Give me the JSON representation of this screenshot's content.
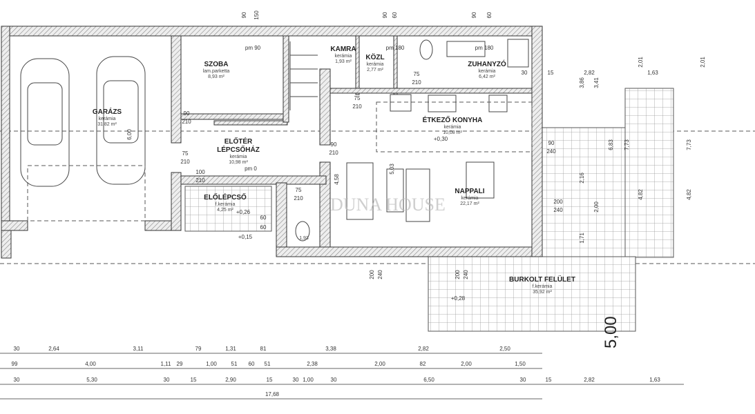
{
  "watermark": "DUNA HOUSE",
  "rooms": [
    {
      "id": "garazs",
      "name": "GARÁZS",
      "material": "kerámia",
      "area": "31,82 m²"
    },
    {
      "id": "szoba",
      "name": "SZOBA",
      "material": "lam.parketta",
      "area": "8,93 m²",
      "note": "pm 90"
    },
    {
      "id": "kamra",
      "name": "KAMRA",
      "material": "kerámia",
      "area": "1,93 m²"
    },
    {
      "id": "kozl",
      "name": "KÖZL",
      "material": "kerámia",
      "area": "2,77 m²",
      "note": "pm 180"
    },
    {
      "id": "zuhanyzo",
      "name": "ZUHANYZÓ",
      "material": "kerámia",
      "area": "6,42 m²",
      "note": "pm 180"
    },
    {
      "id": "eloter",
      "name": "ELŐTÉR",
      "name2": "LÉPCSŐHÁZ",
      "material": "kerámia",
      "area": "10,98 m²",
      "note": "pm 0"
    },
    {
      "id": "etkezo",
      "name": "ÉTKEZŐ KONYHA",
      "material": "kerámia",
      "area": "10,08 m²",
      "note": "+0,30"
    },
    {
      "id": "nappali",
      "name": "NAPPALI",
      "material": "kerámia",
      "area": "22,17 m²"
    },
    {
      "id": "elolepcso",
      "name": "ELŐLÉPCSŐ",
      "material": "f.kerámia",
      "area": "4,25 m²",
      "note": "+0,26"
    },
    {
      "id": "wc",
      "name": "",
      "material": "",
      "area": "1,93"
    },
    {
      "id": "burkolt",
      "name": "BURKOLT FELÜLET",
      "material": "f.kerámia",
      "area": "35,92 m²",
      "note": "+0,28"
    }
  ],
  "levels": {
    "porch": "+0,15",
    "step1": "60",
    "step2": "60"
  },
  "doors": [
    {
      "w": "90",
      "h": "210"
    },
    {
      "w": "75",
      "h": "210"
    },
    {
      "w": "100",
      "h": "210"
    },
    {
      "w": "90",
      "h": "210"
    },
    {
      "w": "75",
      "h": "210"
    },
    {
      "w": "75",
      "h": "210"
    },
    {
      "w": "75",
      "h": "210"
    }
  ],
  "windows": [
    {
      "w": "200",
      "h": "240"
    },
    {
      "w": "90",
      "h": "240"
    },
    {
      "w": "200",
      "h": "240"
    },
    {
      "w": "200",
      "h": "240"
    }
  ],
  "top_dims": [
    "90",
    "150",
    "90",
    "60",
    "90",
    "60"
  ],
  "side_dims": [
    "2,01",
    "2,01",
    "3,86",
    "3,41",
    "6,83",
    "7,73",
    "7,73",
    "4,82",
    "4,82",
    "2,16",
    "2,00",
    "1,71",
    "6,00",
    "4,58",
    "5,03"
  ],
  "right_dims": [
    "30",
    "15",
    "2,82",
    "1,63"
  ],
  "big_dim": "5,00",
  "dim_rows": [
    [
      "30",
      "2,64",
      "3,11",
      "79",
      "1,31",
      "81",
      "3,38",
      "2,82",
      "2,50"
    ],
    [
      "99",
      "4,00",
      "1,11",
      "29",
      "1,00",
      "51",
      "60",
      "51",
      "2,38",
      "2,00",
      "82",
      "2,00",
      "1,50"
    ],
    [
      "30",
      "5,30",
      "30",
      "15",
      "2,90",
      "15",
      "30",
      "1,00",
      "30",
      "6,50",
      "30",
      "15",
      "2,82",
      "1,63"
    ],
    [
      "17,68"
    ]
  ]
}
